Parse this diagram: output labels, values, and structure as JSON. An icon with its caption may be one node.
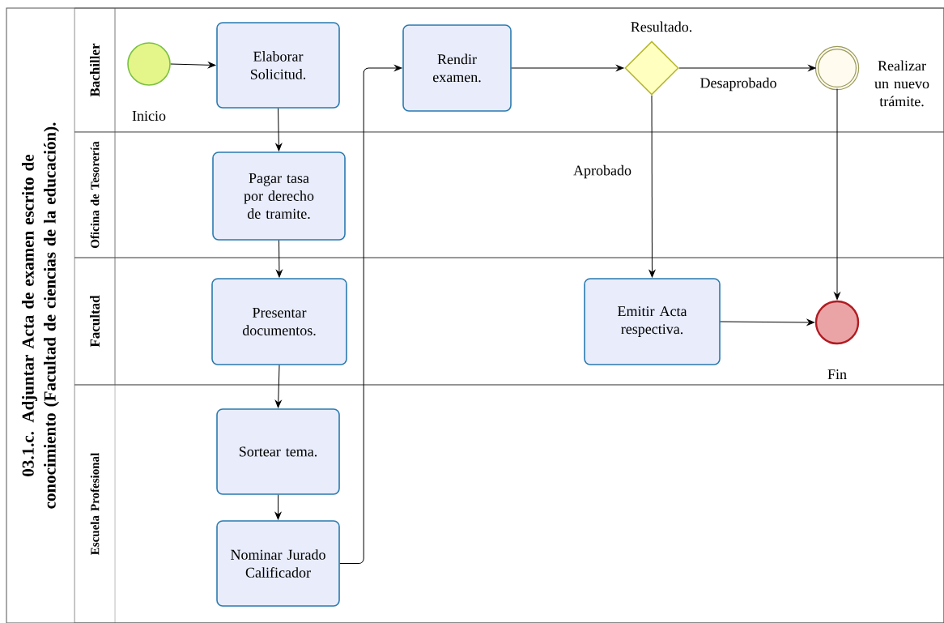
{
  "diagram": {
    "nodes": [
      {
        "text": [
          "03.1.c. Adjuntar Acta de examen escrito de conocimiento (Facultad de ciencias de la educación)."
        ]
      },
      {
        "text": [
          "Bachiller"
        ],
        "in": 0
      },
      {
        "text": [
          "Oficina de Tesorería"
        ],
        "in": 0
      },
      {
        "text": [
          "Facultad"
        ],
        "in": 0
      },
      {
        "text": [
          "Escuela Profesional"
        ],
        "in": 0
      },
      {
        "text": [],
        "shape": "circle",
        "beside": [
          "Inicio"
        ],
        "in": 1
      },
      {
        "text": [
          "Elaborar Solicitud."
        ],
        "in": 1
      },
      {
        "text": [
          "Rendir examen."
        ],
        "in": 1
      },
      {
        "text": [],
        "shape": "diamond",
        "beside": [
          "Resultado."
        ],
        "in": 1
      },
      {
        "text": [],
        "shape": "circle",
        "beside": [
          "Realizar un nuevo trámite."
        ],
        "in": 1
      },
      {
        "text": [
          "Pagar tasa por derecho de tramite."
        ],
        "in": 2
      },
      {
        "text": [
          "Presentar documentos."
        ],
        "in": 3
      },
      {
        "text": [
          "Emitir Acta respectiva."
        ],
        "in": 3
      },
      {
        "text": [],
        "shape": "circle",
        "beside": [
          "Fin"
        ],
        "in": 3
      },
      {
        "text": [
          "Sortear tema."
        ],
        "in": 4
      },
      {
        "text": [
          "Nominar Jurado Calificador"
        ],
        "in": 4
      }
    ],
    "edges": [
      {
        "from": 5,
        "to": 6,
        "arrow": "to"
      },
      {
        "from": 6,
        "to": 10,
        "arrow": "to"
      },
      {
        "from": 10,
        "to": 11,
        "arrow": "to"
      },
      {
        "from": 11,
        "to": 14,
        "arrow": "to"
      },
      {
        "from": 14,
        "to": 15,
        "arrow": "to"
      },
      {
        "from": 15,
        "to": 7,
        "arrow": "to"
      },
      {
        "from": 7,
        "to": 8,
        "arrow": "to"
      },
      {
        "from": 8,
        "to": 9,
        "arrow": "to",
        "label": "Desaprobado"
      },
      {
        "from": 8,
        "to": 12,
        "arrow": "to",
        "label": "Aprobado"
      },
      {
        "from": 9,
        "to": 13,
        "arrow": "to"
      },
      {
        "from": 12,
        "to": 13,
        "arrow": "to"
      }
    ]
  }
}
